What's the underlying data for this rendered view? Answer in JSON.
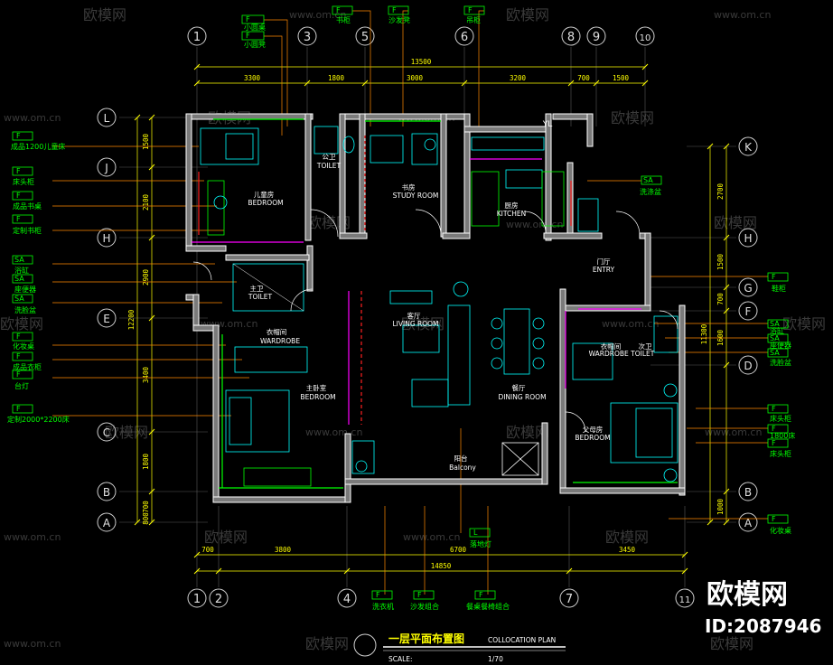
{
  "watermark": {
    "brand": "欧模网",
    "url": "www.om.cn",
    "id_label": "ID:2087946"
  },
  "title": {
    "main": "一层平面布置图",
    "sub": "COLLOCATION PLAN",
    "scale_label": "SCALE:",
    "scale_value": "1/70"
  },
  "grid_top": [
    "1",
    "3",
    "5",
    "6",
    "8",
    "9",
    "10"
  ],
  "grid_bottom": [
    "1",
    "2",
    "4",
    "7",
    "11"
  ],
  "grid_left": [
    "L",
    "J",
    "H",
    "E",
    "C",
    "B",
    "A"
  ],
  "grid_right": [
    "K",
    "H",
    "G",
    "F",
    "D",
    "B",
    "A"
  ],
  "dims_top": [
    "3300",
    "1800",
    "3000",
    "3200",
    "700",
    "1500"
  ],
  "dim_top_total": "13500",
  "dims_bottom": [
    "700",
    "3800",
    "6700",
    "3450"
  ],
  "dim_bottom_total": "14850",
  "dims_left": [
    "1500",
    "2100",
    "2900",
    "3400",
    "1800",
    "700",
    "800"
  ],
  "dim_left_total": "12200",
  "dims_right": [
    "2700",
    "1500",
    "700",
    "1600",
    "1000"
  ],
  "dim_right_total": "11300",
  "rooms": {
    "bedroom_child": [
      "儿童房",
      "BEDROOM"
    ],
    "toilet_public": [
      "公卫",
      "TOILET"
    ],
    "study": [
      "书房",
      "STUDY ROOM"
    ],
    "kitchen": [
      "厨房",
      "KITCHEN"
    ],
    "entry": [
      "门厅",
      "ENTRY"
    ],
    "toilet_2": [
      "主卫",
      "TOILET"
    ],
    "wardrobe_master": [
      "衣帽间",
      "WARDROBE"
    ],
    "bedroom_master": [
      "主卧室",
      "BEDROOM"
    ],
    "living": [
      "客厅",
      "LIVING ROOM"
    ],
    "dining": [
      "餐厅",
      "DINING ROOM"
    ],
    "balcony": [
      "阳台",
      "Balcony"
    ],
    "wardrobe_toilet": [
      "衣帽间",
      "WARDROBE TOILET"
    ],
    "toilet_small": [
      "次卫",
      ""
    ],
    "bedroom_elder": [
      "父母房",
      "BEDROOM"
    ],
    "yl": "YL"
  },
  "tags_top": [
    {
      "code": "F",
      "label": "小圆桌"
    },
    {
      "code": "F",
      "label": "小圆凳"
    },
    {
      "code": "F",
      "label": "书柜"
    },
    {
      "code": "F",
      "label": "沙发凳"
    },
    {
      "code": "F",
      "label": "吊柜"
    }
  ],
  "tags_left": [
    {
      "code": "F",
      "label": "成品1200儿童床"
    },
    {
      "code": "F",
      "label": "床头柜"
    },
    {
      "code": "F",
      "label": "成品书桌"
    },
    {
      "code": "F",
      "label": "定制书柜"
    },
    {
      "code": "SA",
      "label": "浴缸"
    },
    {
      "code": "SA",
      "label": "座便器"
    },
    {
      "code": "SA",
      "label": "洗脸盆"
    },
    {
      "code": "F",
      "label": "化妆桌"
    },
    {
      "code": "F",
      "label": "成品衣柜"
    },
    {
      "code": "F",
      "label": "台灯"
    },
    {
      "code": "F",
      "label": "定制2000*2200床"
    }
  ],
  "tags_right": [
    {
      "code": "SA",
      "label": "洗涤盆"
    },
    {
      "code": "F",
      "label": "鞋柜"
    },
    {
      "code": "SA",
      "label": "浴缸"
    },
    {
      "code": "SA",
      "label": "座便器"
    },
    {
      "code": "SA",
      "label": "洗脸盆"
    },
    {
      "code": "F",
      "label": "床头柜"
    },
    {
      "code": "F",
      "label": "1800床"
    },
    {
      "code": "F",
      "label": "床头柜"
    },
    {
      "code": "F",
      "label": "化妆桌"
    }
  ],
  "tags_bottom": [
    {
      "code": "L",
      "label": "落地灯"
    },
    {
      "code": "F",
      "label": "洗衣机"
    },
    {
      "code": "F",
      "label": "沙发组合"
    },
    {
      "code": "F",
      "label": "餐桌餐椅组合"
    }
  ],
  "colors": {
    "wall": "#ffffff",
    "grid": "#c8c8c8",
    "dim": "#ffff00",
    "tag": "#00ff00",
    "furniture": "#00ffff",
    "accent": "#ff00ff",
    "red": "#ff2020",
    "orange": "#ff8800",
    "wall_fill": "#707070"
  }
}
